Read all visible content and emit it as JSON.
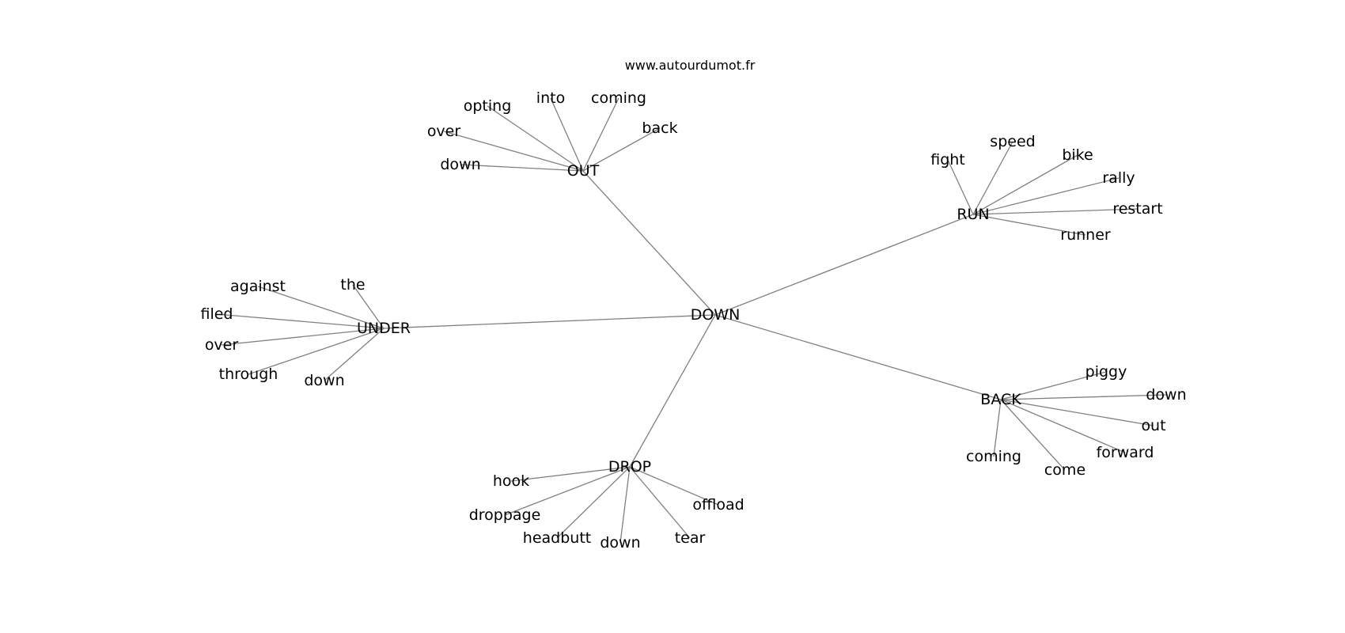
{
  "watermark": "www.autourdumot.fr",
  "graph": {
    "root": "DOWN",
    "hubs": [
      {
        "label": "OUT",
        "children": [
          "opting",
          "into",
          "coming",
          "back",
          "over",
          "down"
        ]
      },
      {
        "label": "RUN",
        "children": [
          "fight",
          "speed",
          "bike",
          "rally",
          "restart",
          "runner"
        ]
      },
      {
        "label": "UNDER",
        "children": [
          "against",
          "the",
          "filed",
          "over",
          "through",
          "down"
        ]
      },
      {
        "label": "BACK",
        "children": [
          "piggy",
          "down",
          "out",
          "forward",
          "come",
          "coming"
        ]
      },
      {
        "label": "DROP",
        "children": [
          "hook",
          "droppage",
          "headbutt",
          "down",
          "tear",
          "offload"
        ]
      }
    ]
  },
  "colors": {
    "edge": "#808080",
    "text": "#000000",
    "background": "#ffffff"
  }
}
